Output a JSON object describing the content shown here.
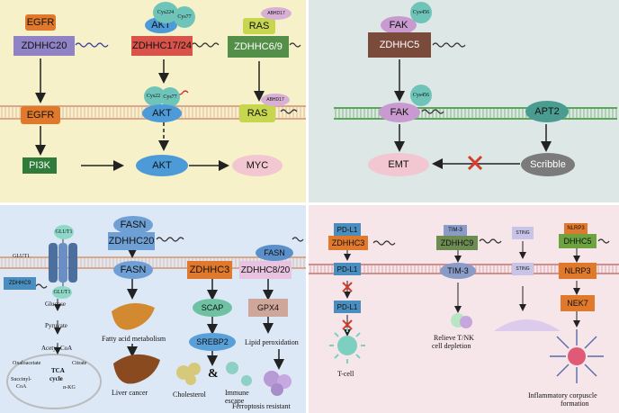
{
  "panel1": {
    "egfr_top": "EGFR",
    "zdhhc20": "ZDHHC20",
    "egfr_mem": "EGFR",
    "pi3k": "PI3K",
    "akt_top": "AKT",
    "cys224_top": "Cys224",
    "cys77_top": "Cys77",
    "zdhhc17_24": "ZDHHC17/24",
    "cys224_mem": "Cys224",
    "cys77_mem": "Cys77",
    "akt_mem": "AKT",
    "akt_low": "AKT",
    "myc": "MYC",
    "ras_top": "RAS",
    "abhd17_top": "ABHD17",
    "zdhhc6_9": "ZDHHC6/9",
    "ras_mem": "RAS",
    "abhd17_mem": "ABHD17"
  },
  "panel2": {
    "fak_top": "FAK",
    "cys456_top": "Cys456",
    "zdhhc5": "ZDHHC5",
    "fak_mem": "FAK",
    "cys456_mem": "Cys456",
    "apt2": "APT2",
    "emt": "EMT",
    "scribble": "Scribble"
  },
  "panel3": {
    "glut1_top": "GLUT1",
    "glut1_side": "GLUT1",
    "glut1_low": "GLUT1",
    "zdhhc9": "ZDHHC9",
    "glucose": "Glucose",
    "pyruvate": "Pyruvate",
    "acetyl_coa": "Acetyl-CoA",
    "oxaloacetate": "Oxaloacetate",
    "citrate": "Citrate",
    "tca": "TCA",
    "cycle": "cycle",
    "succinyl": "Succinyl-",
    "coa": "CoA",
    "alpha_kg": "α-KG",
    "fasn_top": "FASN",
    "zdhhc20": "ZDHHC20",
    "fasn_mem": "FASN",
    "fatty_acid": "Fatty acid metabolism",
    "liver_cancer": "Liver cancer",
    "zdhhc3": "ZDHHC3",
    "scap": "SCAP",
    "srebp2": "SREBP2",
    "cholesterol": "Cholesterol",
    "amp": "&",
    "immune": "Immune",
    "escape": "escape",
    "fasn_right": "FASN",
    "zdhhc8_20": "ZDHHC8/20",
    "gpx4": "GPX4",
    "lipid_perox": "Lipid peroxidation",
    "ferroptosis": "Ferroptosis resistant"
  },
  "panel4": {
    "pdl1_top": "PD-L1",
    "zdhhc3": "ZDHHC3",
    "pdl1_mem": "PD-L1",
    "pdl1_low": "PD-L1",
    "tcell": "T-cell",
    "tim3_top": "TIM-3",
    "zdhhc9": "ZDHHC9",
    "tim3_mem": "TIM-3",
    "relieve": "Relieve T/NK",
    "depletion": "cell depletion",
    "sting": "STING",
    "sting_mem": "STING",
    "nlrp3_top": "NLRP3",
    "dhhc5": "DHHC5",
    "nlrp3_mem": "NLRP3",
    "nek7": "NEK7",
    "inflam": "Inflammatory corpuscle",
    "formation": "formation"
  },
  "colors": {
    "panel1_bg": "#f7f1c9",
    "panel2_bg": "#dde7e6",
    "panel3_bg": "#dde8f6",
    "panel4_bg": "#f6e6ea",
    "zdhhc_orange": "#e0792b",
    "pink_enzyme": "#d8b0d6",
    "blue_akt": "#4c9bd8",
    "red_inhibit": "#d33b2a"
  }
}
